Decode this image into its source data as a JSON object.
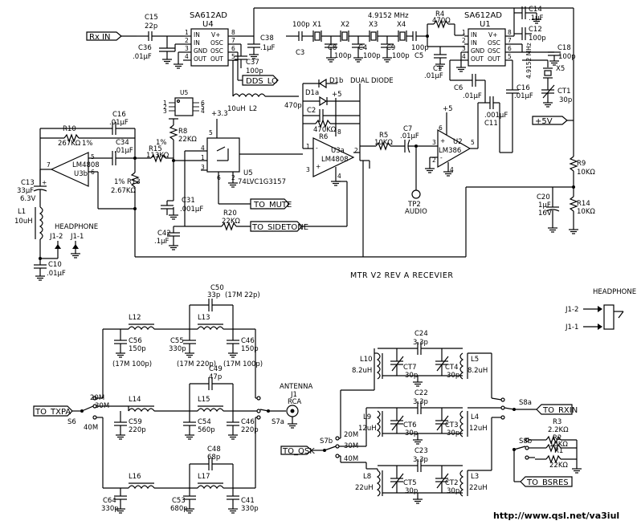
{
  "title": "MTR V2 REV A RECEVIER",
  "url": "http://www.qsl.net/va3iul",
  "ics": {
    "u4": {
      "part": "SA612AD",
      "ref": "U4",
      "pins": [
        "IN",
        "IN",
        "GND",
        "OUT",
        "V+",
        "OSC",
        "OSC",
        "OUT"
      ]
    },
    "u1": {
      "part": "SA612AD",
      "ref": "U1",
      "pins": [
        "IN",
        "IN",
        "GND",
        "OUT",
        "V+",
        "OSC",
        "OSC",
        "OUT"
      ]
    },
    "u3a": {
      "part": "LM4808",
      "ref": "U3a"
    },
    "u3b": {
      "part": "LM4808",
      "ref": "U3b"
    },
    "u2": {
      "part": "LM386",
      "ref": "U2"
    },
    "u5": {
      "part": "74LVC1G3157",
      "ref": "U5"
    },
    "d1": {
      "part": "DUAL DIODE",
      "ref_a": "D1a",
      "ref_b": "D1b"
    }
  },
  "nets": {
    "rx_in": "Rx IN",
    "dds_lo": "DDS_LO",
    "to_mute": "TO_MUTE",
    "to_sidetone": "TO_SIDETONE",
    "plus5v": "+5V",
    "plus5": "+5",
    "plus33": "+3.3",
    "to_txpa": "TO_TXPA",
    "to_qsk": "TO_QSK",
    "to_rxin": "TO_RXIN",
    "to_bsres": "TO_BSRES",
    "tp2": "TP2",
    "audio": "AUDIO",
    "antenna": "ANTENNA",
    "j1": "J1",
    "rca": "RCA",
    "headphone": "HEADPHONE",
    "j12": "J1-2",
    "j11": "J1-1",
    "b20m": "20M",
    "b30m": "30M",
    "b40m": "40M"
  },
  "components": {
    "c15": "C15",
    "c15v": "22p",
    "c36": "C36",
    "c36v": ".01µF",
    "c38": "C38",
    "c38v": ".1µF",
    "c37": "C37",
    "c37v": "100p",
    "l2": "L2",
    "l2v": "10uH",
    "x1": "X1",
    "x2": "X2",
    "x3": "X3",
    "x4": "X4",
    "x5": "X5",
    "xfreq": "4.9152 MHz",
    "xfreq2": "4.9152 MHz",
    "c3": "C3",
    "c3v": "100p",
    "c8": "C8",
    "c8v": "100p",
    "c4": "C4",
    "c4v": "100p",
    "c9": "C9",
    "c9v": "100p",
    "c5": "C5",
    "c5v": "100p",
    "r4": "R4",
    "r4v": "470Ω",
    "c14": "C14",
    "c14v": ".1µF",
    "c12": "C12",
    "c12v": "100p",
    "c18": "C18",
    "c18v": "100p",
    "c1": "C1",
    "c1v": ".01µF",
    "ct1": "CT1",
    "ct1v": "30p",
    "c6": "C6",
    "c6v": ".01µF",
    "c16b": "C16",
    "c16bv": ".01µF",
    "c11": "C11",
    "c11v": ".001µF",
    "r9": "R9",
    "r9v": "10KΩ",
    "r14": "R14",
    "r14v": "10KΩ",
    "c20": "C20",
    "c20v": "1µF",
    "c20w": "16V",
    "c2": "C2",
    "c2v": "470p",
    "r6": "R6",
    "r6v": "470KΩ",
    "r5": "R5",
    "r5v": "10KΩ",
    "c7": "C7",
    "c7v": ".01µF",
    "r8": "R8",
    "r8v": "22KΩ",
    "r15": "R15",
    "r15v": "113KΩ",
    "r15t": "1%",
    "c31": "C31",
    "c31v": ".001µF",
    "c42": "C42",
    "c42v": ".1µF",
    "r20": "R20",
    "r20v": "22KΩ",
    "r10": "R10",
    "r10v": "267KΩ",
    "r10t": "1%",
    "c16a": "C16",
    "c16av": ".01µF",
    "c34": "C34",
    "c34v": ".01µF",
    "r13": "R13",
    "r13v": "2.67KΩ",
    "r13t": "1%",
    "c13": "C13",
    "c13v": "33µF",
    "c13w": "6.3V",
    "l1": "L1",
    "l1v": "10uH",
    "c10": "C10",
    "c10v": ".01µF",
    "l12": "L12",
    "l13": "L13",
    "l14": "L14",
    "l15": "L15",
    "l16": "L16",
    "l17": "L17",
    "c50": "C50",
    "c50v": "33p",
    "c50n": "(17M 22p)",
    "c56": "C56",
    "c56v": "150p",
    "c56n": "(17M 100p)",
    "c55": "C55",
    "c55v": "330p",
    "c55n": "(17M 220p)",
    "c46a": "C46",
    "c46av": "150p",
    "c46an": "(17M 100p)",
    "c49": "C49",
    "c49v": "47p",
    "c59": "C59",
    "c59v": "220p",
    "c54": "C54",
    "c54v": "560p",
    "c46b": "C46",
    "c46bv": "220p",
    "c48": "C48",
    "c48v": "68p",
    "c64": "C64",
    "c64v": "330p",
    "c53": "C53",
    "c53v": "680p",
    "c41": "C41",
    "c41v": "330p",
    "s6": "S6",
    "s7a": "S7a",
    "s7b": "S7b",
    "s8a": "S8a",
    "s8b": "S8b",
    "l10": "L10",
    "l10v": "8.2uH",
    "l5": "L5",
    "l5v": "8.2uH",
    "c24": "C24",
    "c24v": "3.3p",
    "ct7": "CT7",
    "ct7v": "30p",
    "ct4": "CT4",
    "ct4v": "30p",
    "l9": "L9",
    "l9v": "12uH",
    "l4": "L4",
    "l4v": "12uH",
    "c22": "C22",
    "c22v": "3.3p",
    "ct6": "CT6",
    "ct6v": "30p",
    "ct3": "CT3",
    "ct3v": "30p",
    "l8": "L8",
    "l8v": "22uH",
    "l3": "L3",
    "l3v": "22uH",
    "c23": "C23",
    "c23v": "3.3p",
    "ct5": "CT5",
    "ct5v": "30p",
    "ct2": "CT2",
    "ct2v": "30p",
    "r3": "R3",
    "r3v": "2.2KΩ",
    "r2": "R2",
    "r2v": "10KΩ",
    "r1": "R1",
    "r1v": "22KΩ"
  }
}
